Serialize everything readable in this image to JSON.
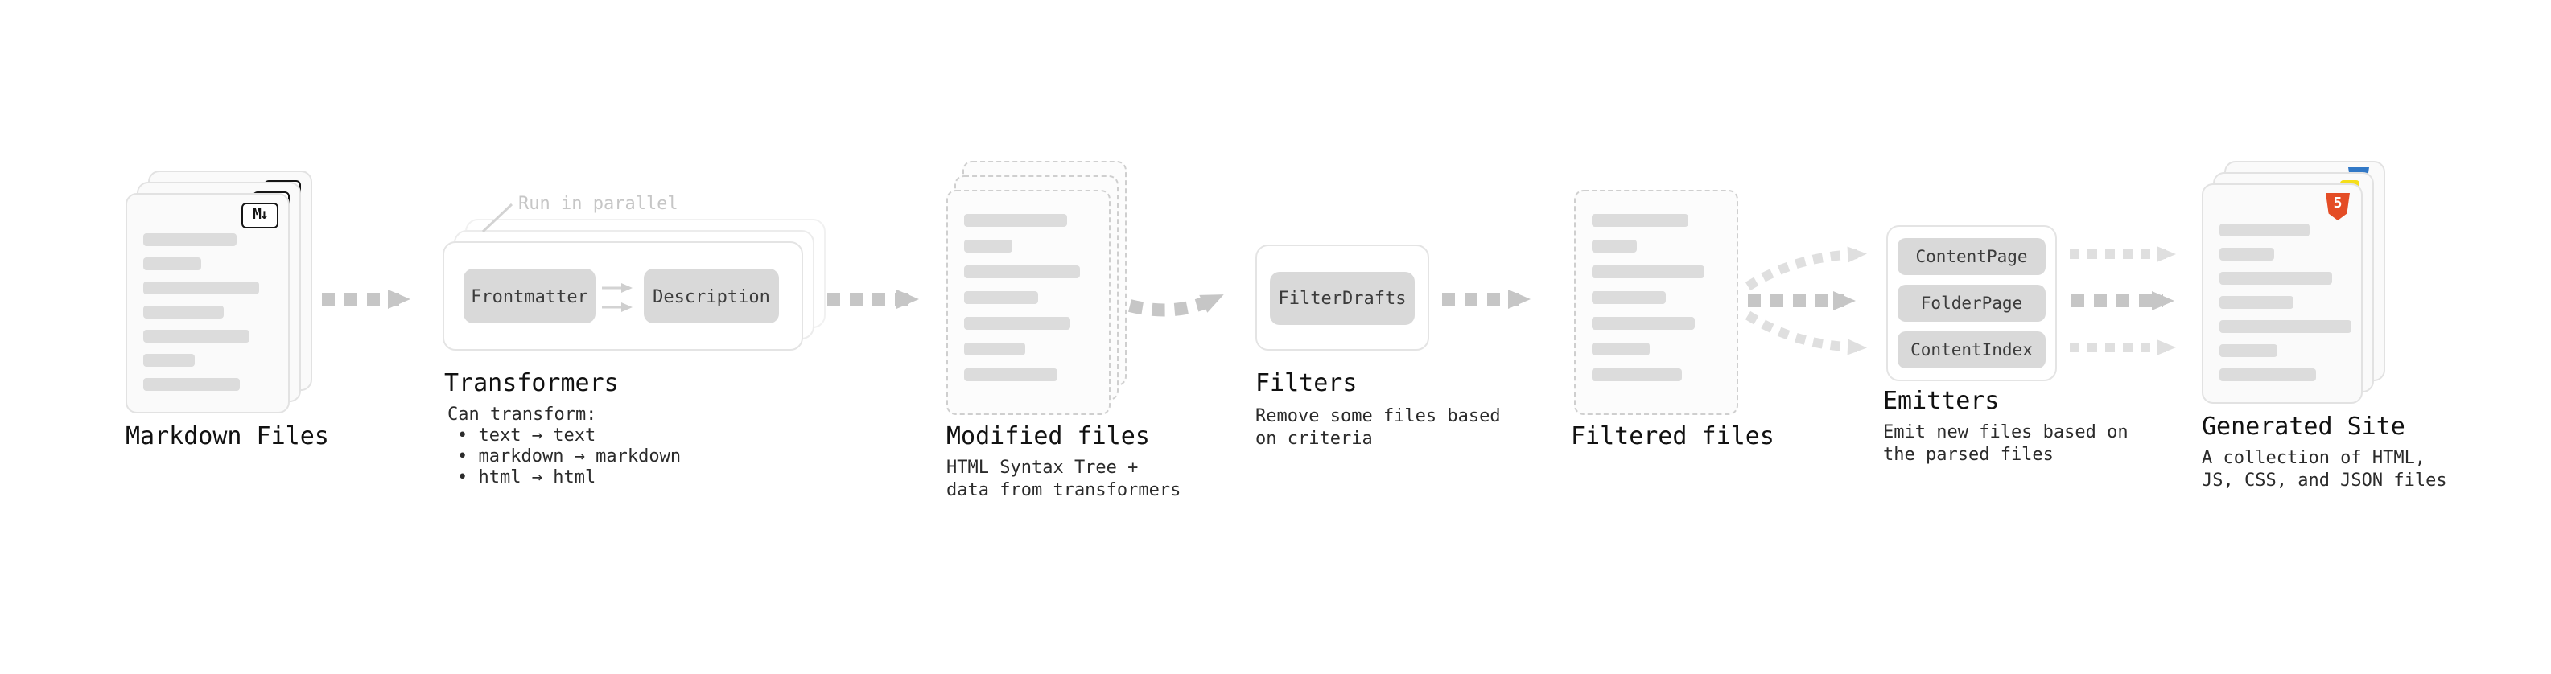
{
  "colors": {
    "background": "#ffffff",
    "card_fill": "#fafafa",
    "card_border": "#e2e2e2",
    "dashed_border": "#cfcfcf",
    "content_bar": "#dcdcdc",
    "button_fill": "#d9d9d9",
    "arrow_main": "#c6c6c6",
    "arrow_light": "#dfdfdf",
    "text_primary": "#111111",
    "note_text": "#c6c6c6",
    "markdown_icon": "#151515",
    "html5_icon": "#e44d26",
    "js_icon": "#f5de19",
    "css_icon": "#3178c6"
  },
  "nodes": {
    "markdown_files": {
      "label": "Markdown Files"
    },
    "transformers": {
      "label": "Transformers",
      "note": "Run in parallel",
      "steps": [
        "Frontmatter",
        "Description"
      ],
      "desc_title": "Can transform:",
      "transforms": [
        "• text → text",
        "• markdown → markdown",
        "• html → html"
      ]
    },
    "modified_files": {
      "label": "Modified files",
      "description": "HTML Syntax Tree +\ndata from transformers"
    },
    "filters": {
      "label": "Filters",
      "steps": [
        "FilterDrafts"
      ],
      "description": "Remove some files based\non criteria"
    },
    "filtered_files": {
      "label": "Filtered files"
    },
    "emitters": {
      "label": "Emitters",
      "steps": [
        "ContentPage",
        "FolderPage",
        "ContentIndex"
      ],
      "description": "Emit new files based on\nthe parsed files"
    },
    "generated_site": {
      "label": "Generated Site",
      "description": "A collection of HTML,\nJS, CSS, and JSON files"
    }
  },
  "icons": {
    "markdown_glyph": "M↓",
    "html5_glyph": "5"
  }
}
